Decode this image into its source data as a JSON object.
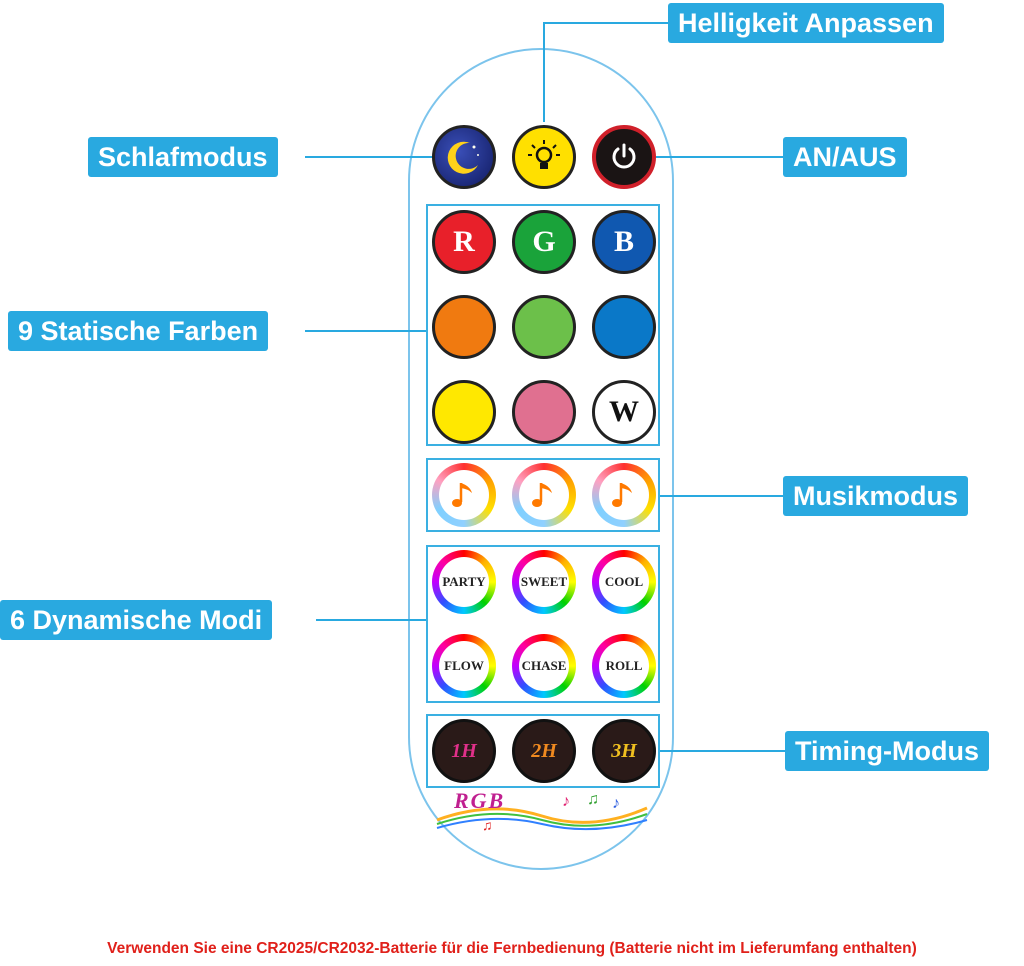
{
  "labels": {
    "brightness": "Helligkeit Anpassen",
    "sleep": "Schlafmodus",
    "power": "AN/AUS",
    "static": "9 Statische Farben",
    "music": "Musikmodus",
    "dynamic": "6 Dynamische Modi",
    "timing": "Timing-Modus"
  },
  "buttons": {
    "red": "R",
    "green": "G",
    "blue": "B",
    "white": "W",
    "dynamic": [
      "PARTY",
      "SWEET",
      "COOL",
      "FLOW",
      "CHASE",
      "ROLL"
    ],
    "timers": [
      "1H",
      "2H",
      "3H"
    ]
  },
  "logo": "RGB",
  "footer": "Verwenden Sie eine CR2025/CR2032-Batterie für die Fernbedienung (Batterie nicht im Lieferumfang enthalten)",
  "colors": {
    "accent": "#29a9e0",
    "red": "#e8202a",
    "green": "#1aa33a",
    "blue": "#1058b0",
    "orange": "#f07a10",
    "lightgreen": "#6cc04a",
    "lightblue": "#0a78c8",
    "yellow": "#ffe800",
    "pink": "#e07090",
    "footer_text": "#e0201a"
  }
}
